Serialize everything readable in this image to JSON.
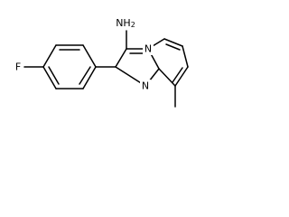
{
  "structure": {
    "atom_labels": {
      "fluorine": "F",
      "amine": "NH",
      "amine_subscript": "2",
      "ring_nitrogen": "N",
      "bridge_nitrogen": "N"
    }
  }
}
